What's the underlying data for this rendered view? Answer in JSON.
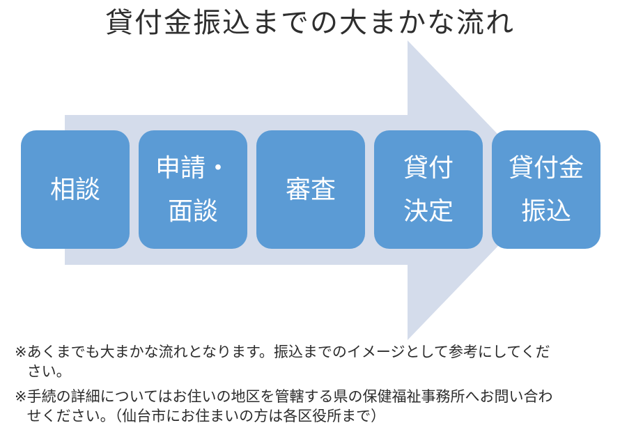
{
  "title": "貸付金振込までの大まかな流れ",
  "flow": {
    "arrow_color": "#D4DCEB",
    "box_color": "#5B9BD5",
    "box_text_color": "#FFFFFF",
    "steps": [
      {
        "name": "consultation",
        "label_lines": [
          "相談"
        ]
      },
      {
        "name": "application-interview",
        "label_lines": [
          "申請・",
          "面談"
        ]
      },
      {
        "name": "screening",
        "label_lines": [
          "審査"
        ]
      },
      {
        "name": "loan-decision",
        "label_lines": [
          "貸付",
          "決定"
        ]
      },
      {
        "name": "loan-transfer",
        "label_lines": [
          "貸付金",
          "振込"
        ]
      }
    ]
  },
  "notes": [
    {
      "marker": "※",
      "lines": [
        "あくまでも大まかな流れとなります。振込までのイメージとして参考にしてくだ",
        "さい。"
      ]
    },
    {
      "marker": "※",
      "lines": [
        "手続の詳細についてはお住いの地区を管轄する県の保健福祉事務所へお問い合わ",
        "せください。（仙台市にお住まいの方は各区役所まで）"
      ]
    }
  ]
}
